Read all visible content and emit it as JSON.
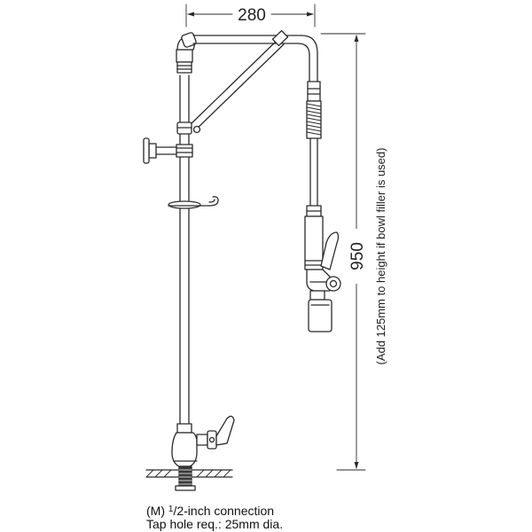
{
  "dimensions": {
    "width_value": "280",
    "height_value": "950",
    "height_note": "(Add 125mm to height if bowl filler is used)"
  },
  "notes": {
    "connection_prefix": "(M) ",
    "connection_numerator": "1",
    "connection_suffix": "/2-inch connection",
    "tap_hole": "Tap hole req.: 25mm dia."
  },
  "colors": {
    "line": "#2b2b2b",
    "fill": "#ffffff"
  }
}
